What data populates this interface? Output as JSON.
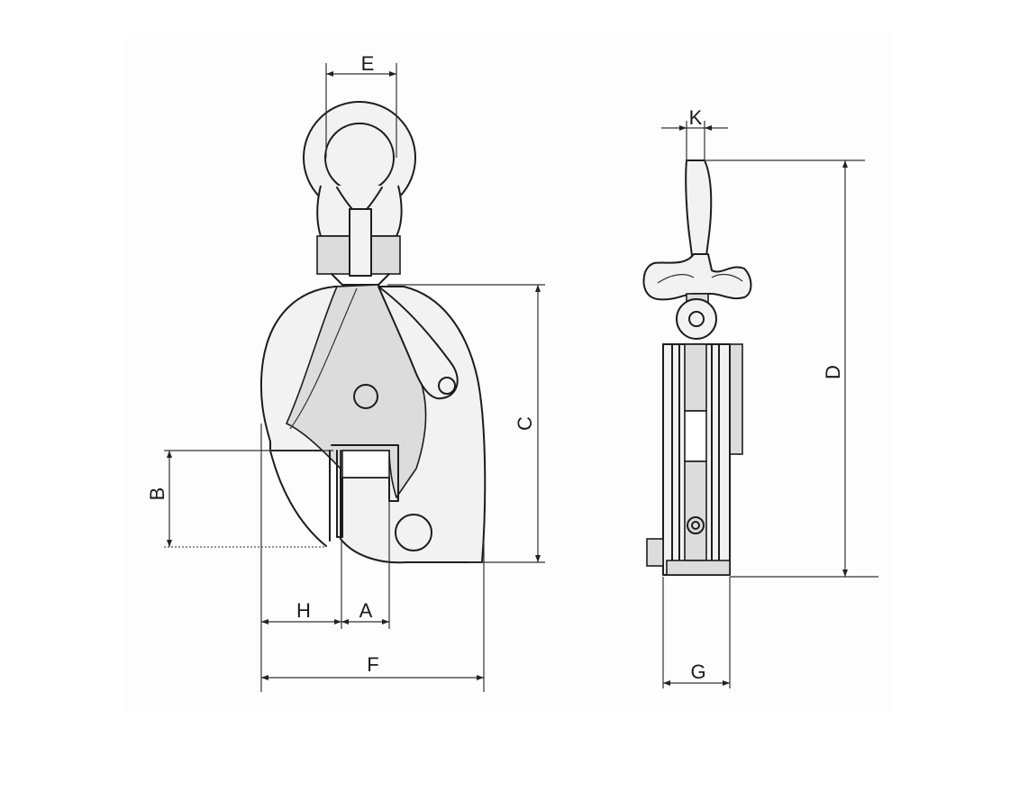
{
  "labels": {
    "E": "E",
    "K": "K",
    "C": "C",
    "D": "D",
    "B": "B",
    "H": "H",
    "A": "A",
    "F": "F",
    "G": "G"
  }
}
